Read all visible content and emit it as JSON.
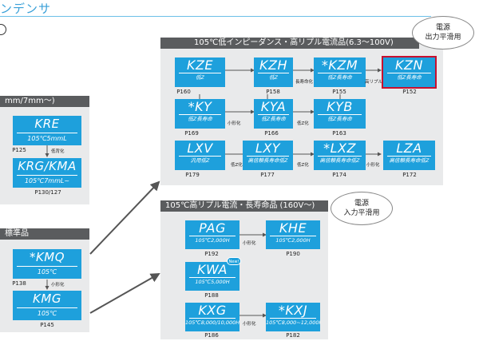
{
  "header": {
    "title": "ンデンサ"
  },
  "panels": {
    "top": {
      "title": "105℃低インピーダンス・高リプル電流品(6.3～100V)"
    },
    "mid": {
      "title": "105℃高リプル電流・長寿命品 (160V～)"
    },
    "left_top": {
      "title": "mm/7mm～)"
    },
    "left_bottom": {
      "title": "標準品"
    }
  },
  "clouds": {
    "output": {
      "line1": "電源",
      "line2": "出力平滑用"
    },
    "input": {
      "line1": "電源",
      "line2": "入力平滑用"
    }
  },
  "new_badge": "New!",
  "nodes": {
    "kre": {
      "name": "KRE",
      "sub": "105℃5mmL",
      "page": "P125"
    },
    "krg": {
      "name": "KRG/KMA",
      "sub": "105℃7mmL~",
      "page": "P130/127"
    },
    "kmq": {
      "name": "*KMQ",
      "sub": "105℃",
      "page": "P138"
    },
    "kmg": {
      "name": "KMG",
      "sub": "105℃",
      "page": "P145"
    },
    "kze": {
      "name": "KZE",
      "sub": "低Z",
      "page": "P160"
    },
    "kzh": {
      "name": "KZH",
      "sub": "低Z",
      "page": "P158"
    },
    "kzm": {
      "name": "*KZM",
      "sub": "低Z長寿命",
      "page": "P155"
    },
    "kzn": {
      "name": "KZN",
      "sub": "低Z長寿命",
      "page": "P152"
    },
    "ky": {
      "name": "*KY",
      "sub": "低Z長寿命",
      "page": "P169"
    },
    "kya": {
      "name": "KYA",
      "sub": "低Z長寿命",
      "page": "P166"
    },
    "kyb": {
      "name": "KYB",
      "sub": "低Z長寿命",
      "page": "P163"
    },
    "lxv": {
      "name": "LXV",
      "sub": "汎用低Z",
      "page": "P179"
    },
    "lxy": {
      "name": "LXY",
      "sub": "高信頼長寿命低Z",
      "page": "P177"
    },
    "lxz": {
      "name": "*LXZ",
      "sub": "高信頼長寿命低Z",
      "page": "P174"
    },
    "lza": {
      "name": "LZA",
      "sub": "高信頼長寿命低Z",
      "page": "P172"
    },
    "pag": {
      "name": "PAG",
      "sub": "105℃2,000H",
      "page": "P192"
    },
    "khe": {
      "name": "KHE",
      "sub": "105℃2,000H",
      "page": "P190"
    },
    "kwa": {
      "name": "KWA",
      "sub": "105℃5,000H",
      "page": "P188"
    },
    "kxg": {
      "name": "KXG",
      "sub": "105℃8,000/10,000H",
      "page": "P186"
    },
    "kxj": {
      "name": "*KXJ",
      "sub": "105℃8,000~12,000H",
      "page": "P182"
    }
  },
  "labels": {
    "kre_krg": "低背化",
    "kmq_kmg": "小形化",
    "kzh_kzm": "長寿命化",
    "kzm_kzn": "高リプル化",
    "ky_kya": "小形化",
    "kya_kyb": "低Z化",
    "lxv_lxy": "低Z化",
    "lxy_lxz": "低Z化",
    "lxz_lza": "小形化",
    "pag_khe": "小形化",
    "kxg_kxj": "小形化"
  }
}
